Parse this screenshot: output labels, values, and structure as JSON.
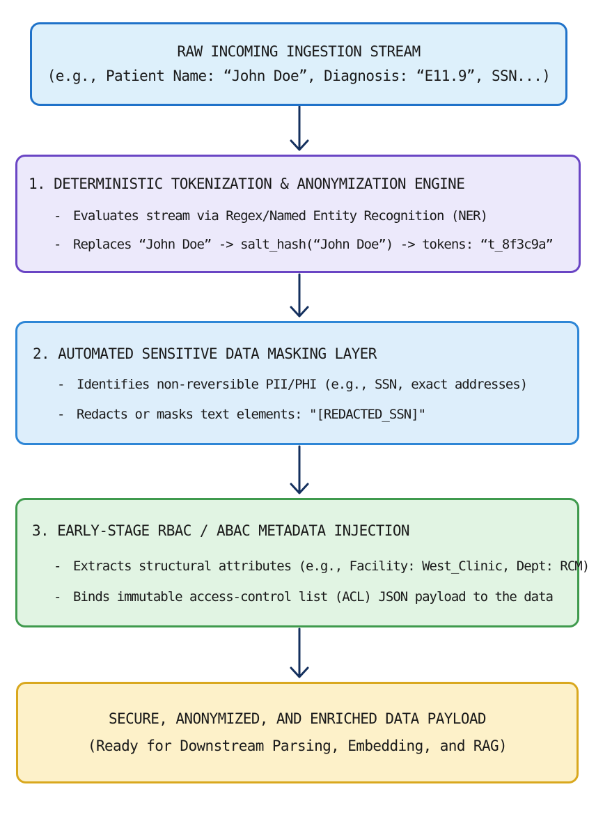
{
  "raw": {
    "title": "RAW INCOMING INGESTION STREAM",
    "subtitle": "(e.g., Patient Name: “John Doe”, Diagnosis: “E11.9”, SSN...)"
  },
  "step1": {
    "title": "1. DETERMINISTIC TOKENIZATION & ANONYMIZATION ENGINE",
    "bullets": [
      "Evaluates stream via Regex/Named Entity Recognition (NER)",
      "Replaces “John Doe” -> salt_hash(“John Doe”) -> tokens: “t_8f3c9a”"
    ]
  },
  "step2": {
    "title": "2. AUTOMATED SENSITIVE DATA MASKING LAYER",
    "bullets": [
      "Identifies non-reversible PII/PHI (e.g., SSN, exact addresses)",
      "Redacts or masks text elements: \"[REDACTED_SSN]\""
    ]
  },
  "step3": {
    "title": "3. EARLY-STAGE RBAC / ABAC METADATA INJECTION",
    "bullets": [
      "Extracts structural attributes (e.g., Facility: West_Clinic, Dept: RCM)",
      "Binds immutable access-control list (ACL) JSON payload to the data"
    ]
  },
  "final": {
    "title": "SECURE, ANONYMIZED, AND ENRICHED DATA PAYLOAD",
    "subtitle": "(Ready for Downstream Parsing, Embedding, and RAG)"
  },
  "bullet_marker": "-",
  "colors": {
    "arrow": "#14305e",
    "raw_border": "#1f72c9",
    "step1_border": "#6a45c4",
    "step2_border": "#2e86d6",
    "step3_border": "#3f9a4d",
    "final_border": "#d9a81e"
  }
}
